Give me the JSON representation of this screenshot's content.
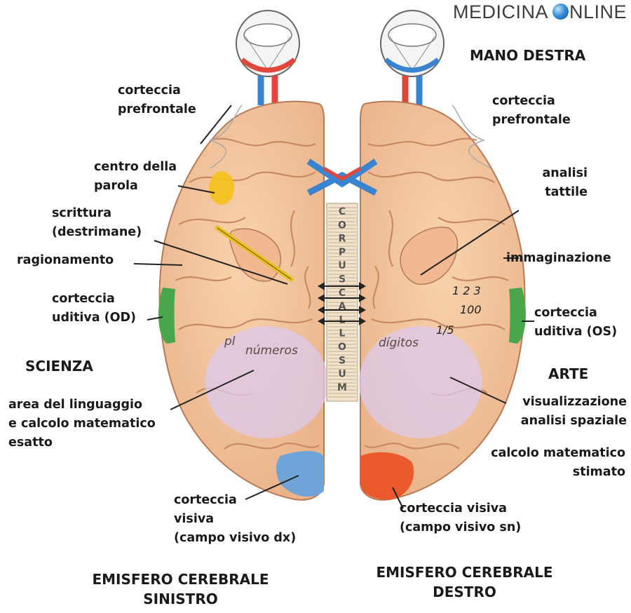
{
  "watermark": {
    "text_left": "MEDICINA",
    "text_right": "NLINE"
  },
  "top_label": "MANO DESTRA",
  "left_labels": {
    "prefrontal": [
      "corteccia",
      "prefrontale"
    ],
    "speech": [
      "centro della",
      "parola"
    ],
    "writing": [
      "scrittura",
      "(destrimane)"
    ],
    "reasoning": "ragionamento",
    "auditory": [
      "corteccia",
      "uditiva (OD)"
    ],
    "science": "SCIENZA",
    "language": [
      "area del linguaggio",
      "e calcolo matematico",
      "esatto"
    ],
    "visual": [
      "corteccia",
      "visiva",
      "(campo visivo dx)"
    ]
  },
  "right_labels": {
    "prefrontal": [
      "corteccia",
      "prefrontale"
    ],
    "tactile": [
      "analisi",
      "tattile"
    ],
    "imagination": "immaginazione",
    "auditory": [
      "corteccia",
      "uditiva (OS)"
    ],
    "art": "ARTE",
    "spatial": [
      "visualizzazione",
      "analisi spaziale"
    ],
    "estimate": [
      "calcolo matematico",
      "stimato"
    ],
    "visual": [
      "corteccia visiva",
      "(campo visivo sn)"
    ]
  },
  "hemispheres": {
    "left": [
      "EMISFERO CEREBRALE",
      "SINISTRO"
    ],
    "right": [
      "EMISFERO CEREBRALE",
      "DESTRO"
    ]
  },
  "corpus_callosum": [
    "C",
    "O",
    "R",
    "P",
    "U",
    "S",
    "C",
    "A",
    "L",
    "L",
    "O",
    "S",
    "U",
    "M"
  ],
  "brain_text": {
    "numbers_left_fragment": "pl",
    "numbers_left": "números",
    "digits_right": "dígitos",
    "counts": "1 2 3",
    "hundred": "100",
    "fraction": "1/5"
  },
  "colors": {
    "brain": "#f3c49a",
    "brain_edge": "#b77a57",
    "auditory": "#4aa64a",
    "visual_left": "#6fa4d9",
    "visual_right": "#ea5a2c",
    "speech": "#f5c21a",
    "language_area": "#dcc9ec",
    "eye_red": "#e0463c",
    "eye_blue": "#3a83d1"
  }
}
